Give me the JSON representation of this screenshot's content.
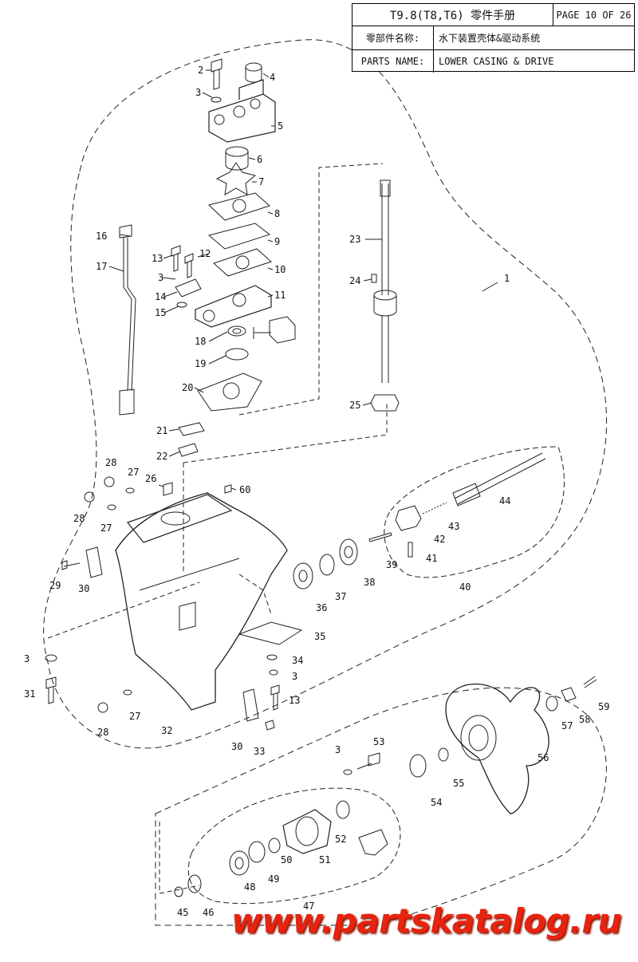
{
  "header": {
    "model": "T9.8(T8,T6) 零件手册",
    "page": "PAGE 10 OF 26",
    "name_cn_label": "零部件名称:",
    "name_cn_value": "水下装置壳体&驱动系统",
    "name_en_label": "PARTS NAME:",
    "name_en_value": "LOWER CASING & DRIVE"
  },
  "callouts": [
    "1",
    "2",
    "3",
    "4",
    "5",
    "6",
    "7",
    "8",
    "9",
    "10",
    "11",
    "12",
    "13",
    "14",
    "15",
    "16",
    "17",
    "18",
    "19",
    "20",
    "21",
    "22",
    "23",
    "24",
    "25",
    "26",
    "27",
    "28",
    "29",
    "30",
    "31",
    "32",
    "33",
    "34",
    "35",
    "36",
    "37",
    "38",
    "39",
    "40",
    "41",
    "42",
    "43",
    "44",
    "45",
    "46",
    "47",
    "48",
    "49",
    "50",
    "51",
    "52",
    "53",
    "54",
    "55",
    "56",
    "57",
    "58",
    "59",
    "60"
  ],
  "extra_callouts": [
    "3",
    "3",
    "3",
    "3",
    "13",
    "27",
    "27",
    "28",
    "28",
    "30"
  ],
  "watermark": "www.partskatalog.ru"
}
